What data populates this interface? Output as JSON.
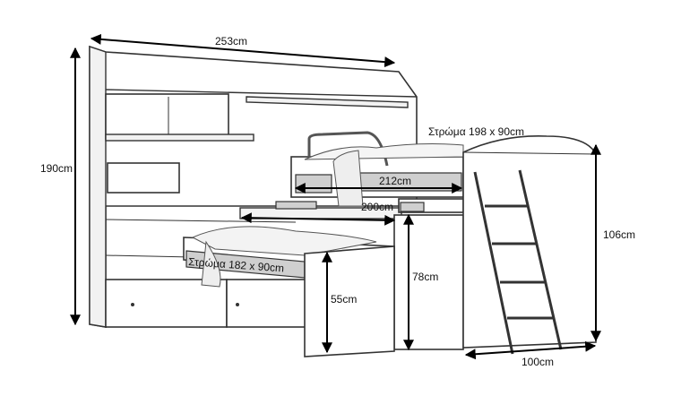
{
  "dimensions": {
    "total_width": "253cm",
    "total_height": "190cm",
    "loft_bed_length": "212cm",
    "lower_platform_length": "200cm",
    "cabinet_height": "106cm",
    "desk_height": "78cm",
    "pullout_bed_height": "55cm",
    "cabinet_width": "100cm"
  },
  "mattresses": {
    "upper": "Στρώμα 198 x 90cm",
    "lower": "Στρώμα 182 x 90cm"
  }
}
